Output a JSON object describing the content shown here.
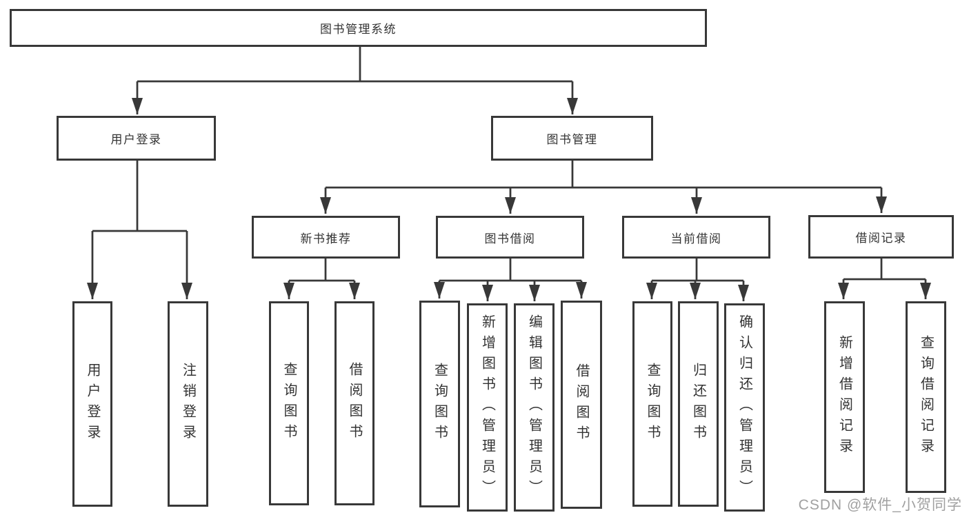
{
  "diagram_title": "图书管理系统",
  "nodes": {
    "root": {
      "label": "图书管理系统"
    },
    "user_login": {
      "label": "用户登录"
    },
    "book_mgmt": {
      "label": "图书管理"
    },
    "new_book_rec": {
      "label": "新书推荐"
    },
    "book_borrow": {
      "label": "图书借阅"
    },
    "current_borrow": {
      "label": "当前借阅"
    },
    "borrow_records": {
      "label": "借阅记录"
    },
    "leaves": {
      "user_login": [
        "用户登录",
        "注销登录"
      ],
      "new_book_rec": [
        "查询图书",
        "借阅图书"
      ],
      "book_borrow": [
        "查询图书",
        "新增图书（管理员）",
        "编辑图书（管理员）",
        "借阅图书"
      ],
      "current_borrow": [
        "查询图书",
        "归还图书",
        "确认归还（管理员）"
      ],
      "borrow_records": [
        "新增借阅记录",
        "查询借阅记录"
      ]
    }
  },
  "watermark": "CSDN @软件_小贺同学",
  "colors": {
    "line": "#383838",
    "box_border": "#383838",
    "text": "#333333",
    "watermark": "#969696",
    "background": "#ffffff"
  }
}
